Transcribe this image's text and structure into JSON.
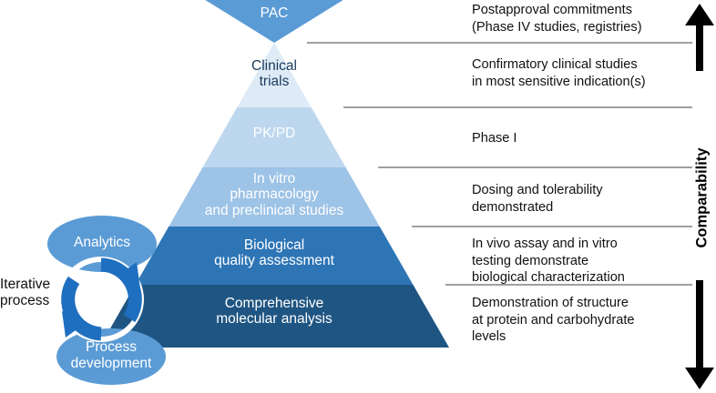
{
  "pyramid": {
    "apex": {
      "label": "PAC",
      "color": "#5B9BD5",
      "text_color": "#FFFFFF"
    },
    "bands": [
      {
        "label": "Clinical\ntrials",
        "color": "#DEEBF7",
        "text_color": "#1b3a5c"
      },
      {
        "label": "PK/PD",
        "color": "#BDD7EE",
        "text_color": "#FFFFFF"
      },
      {
        "label": "In vitro\npharmacology\nand preclinical studies",
        "color": "#9DC3E6",
        "text_color": "#FFFFFF"
      },
      {
        "label": "Biological\nquality assessment",
        "color": "#2E75B6",
        "text_color": "#FFFFFF"
      },
      {
        "label": "Comprehensive\nmolecular analysis",
        "color": "#1F5582",
        "text_color": "#FFFFFF"
      }
    ]
  },
  "descriptions": [
    "Postapproval commitments\n(Phase IV studies, registries)",
    "Confirmatory clinical studies\nin most sensitive indication(s)",
    "Phase I",
    "Dosing and tolerability\ndemonstrated",
    "In vivo assay and in vitro\ntesting demonstrate\nbiological characterization",
    "Demonstration of structure\nat protein and carbohydrate\nlevels"
  ],
  "axis": {
    "label": "Comparability",
    "up_arrow": "arrow-up-icon",
    "down_arrow": "arrow-down-icon",
    "color": "#000000"
  },
  "cycle": {
    "top_ellipse": "Analytics",
    "bottom_ellipse": "Process\ndevelopment",
    "caption": "Iterative\nprocess",
    "ellipse_color": "#5B9BD5",
    "ring_color": "#1F6FC0",
    "ring_icon": "circular-arrows-icon"
  },
  "divider_color": "#808080"
}
